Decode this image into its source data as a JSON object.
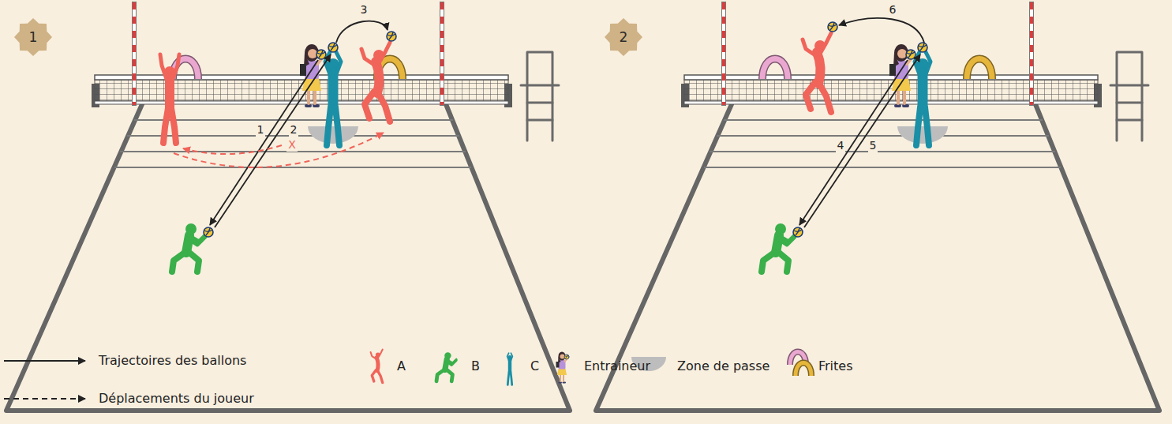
{
  "diagram": {
    "nodes": [
      {
        "text": [
          "1"
        ]
      },
      {
        "text": [
          "2"
        ]
      }
    ],
    "labels": [
      "1",
      "2",
      "3",
      "X",
      "4",
      "5",
      "6"
    ],
    "legend": [
      {
        "text": "Trajectoires des ballons"
      },
      {
        "text": "Déplacements du joueur"
      },
      {
        "text": "A"
      },
      {
        "text": "B"
      },
      {
        "text": "C"
      },
      {
        "text": "Entraineur"
      },
      {
        "text": "Zone de passe"
      },
      {
        "text": "Frites"
      }
    ]
  }
}
